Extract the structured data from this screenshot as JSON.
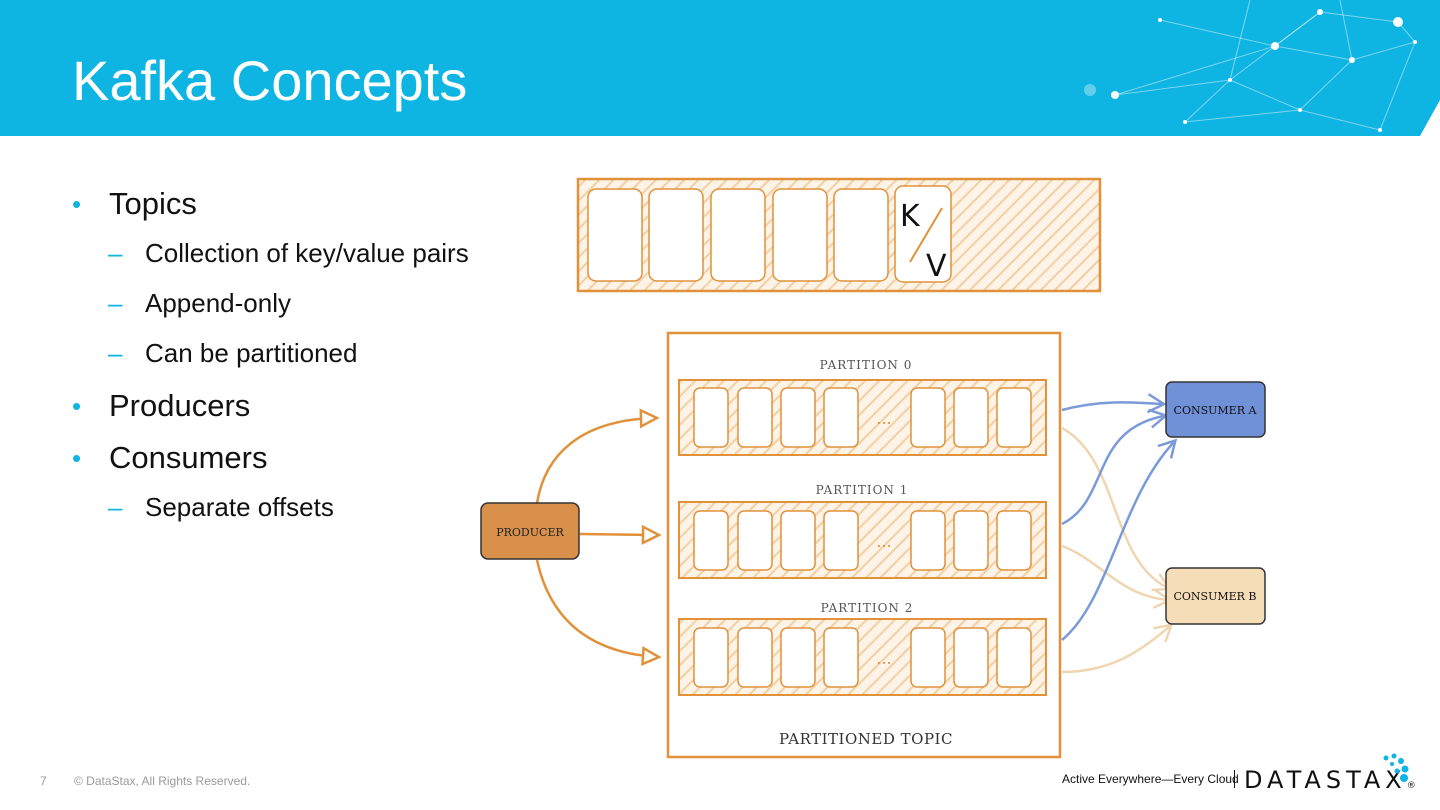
{
  "slide": {
    "title": "Kafka Concepts",
    "page_number": "7",
    "copyright": "© DataStax, All Rights Reserved.",
    "tagline": "Active Everywhere—Every Cloud",
    "logo_text": "DATASTAX",
    "logo_mark": "®"
  },
  "bullets": [
    {
      "text": "Topics",
      "subs": [
        "Collection of key/value pairs",
        "Append-only",
        "Can be partitioned"
      ]
    },
    {
      "text": "Producers",
      "subs": []
    },
    {
      "text": "Consumers",
      "subs": [
        "Separate offsets"
      ]
    }
  ],
  "diagram": {
    "kv_key": "K",
    "kv_value": "V",
    "partitions": [
      "PARTITION 0",
      "PARTITION 1",
      "PARTITION 2"
    ],
    "ellipsis": "...",
    "topic_label": "PARTITIONED TOPIC",
    "producer": "PRODUCER",
    "consumer_a": "CONSUMER A",
    "consumer_b": "CONSUMER B",
    "colors": {
      "accent": "#0eb4e2",
      "orange": "#e0913a",
      "consumer_a": "#7090d8",
      "consumer_b": "#f5ddb8",
      "producer": "#d9904a"
    }
  }
}
